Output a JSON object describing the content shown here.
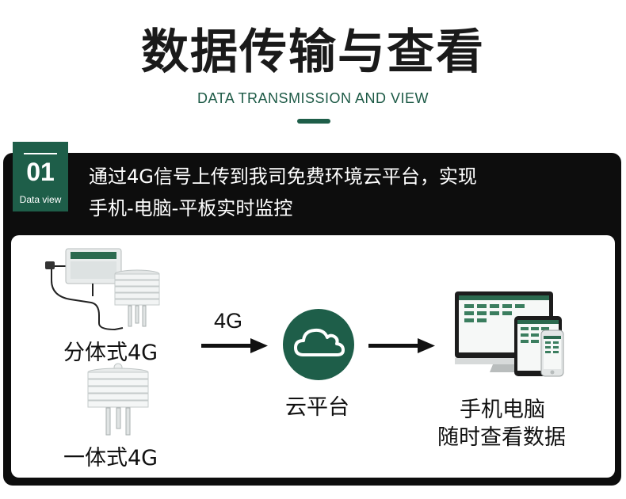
{
  "header": {
    "title": "数据传输与查看",
    "subtitle": "DATA TRANSMISSION AND VIEW"
  },
  "badge": {
    "number": "01",
    "caption": "Data view"
  },
  "banner": {
    "line1": "通过4G信号上传到我司免费环境云平台，实现",
    "line2": "手机-电脑-平板实时监控"
  },
  "diagram": {
    "device_split_label": "分体式4G",
    "device_integrated_label": "一体式4G",
    "connection_label": "4G",
    "cloud_label": "云平台",
    "clients_label_line1": "手机电脑",
    "clients_label_line2": "随时查看数据",
    "colors": {
      "brand_green": "#1e5e49",
      "panel_dark": "#0d0d0d"
    },
    "icons": [
      "sensor-box-icon",
      "louver-shield-icon",
      "cloud-icon",
      "arrow-right-icon",
      "monitor-icon",
      "tablet-icon",
      "phone-icon"
    ]
  }
}
